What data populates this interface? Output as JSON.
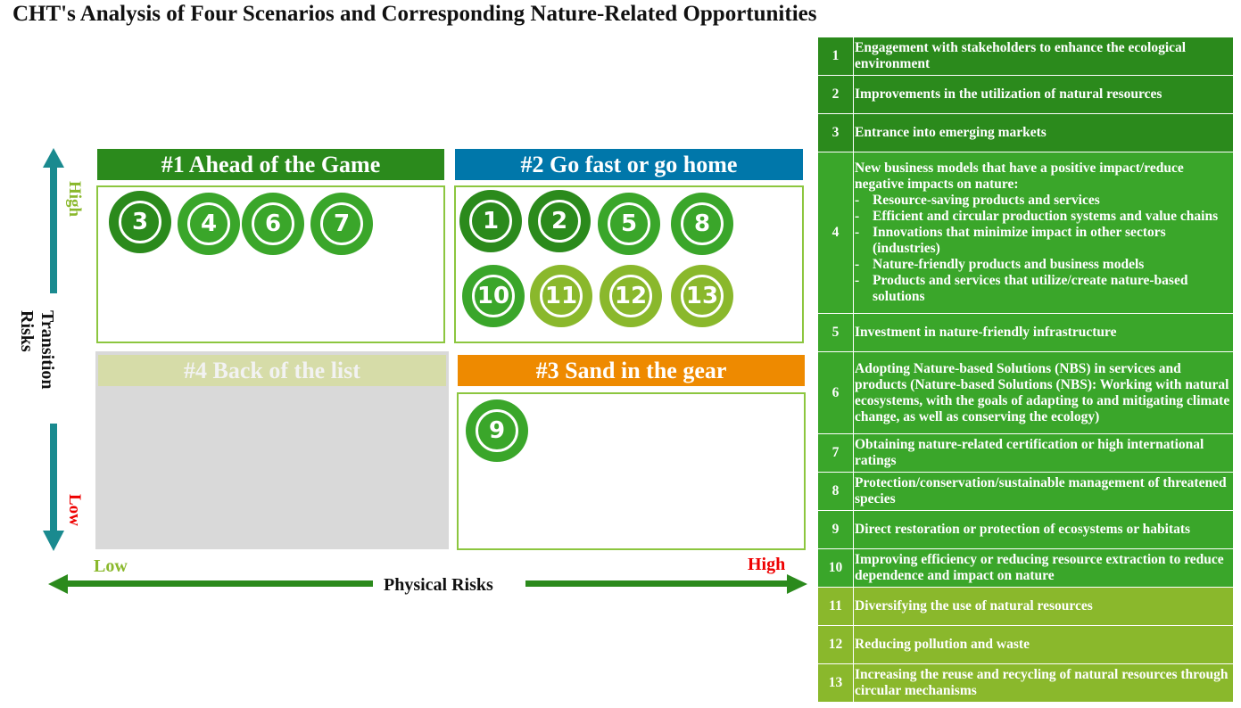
{
  "title": "CHT's Analysis of Four Scenarios and Corresponding Nature-Related Opportunities",
  "colors": {
    "dark_green": "#2b8a1c",
    "mid_green": "#3aa62a",
    "light_green": "#8ab82c",
    "blue": "#0077aa",
    "orange": "#ee8a00",
    "gray_header": "#d6dca8",
    "gray_box": "#d9d9d9",
    "teal_arrow": "#1a8a8f",
    "red": "#ee0000"
  },
  "quadrants": {
    "q1": {
      "label": "#1 Ahead of the Game",
      "items": [
        "3",
        "4",
        "6",
        "7"
      ]
    },
    "q2": {
      "label": "#2 Go fast or go home",
      "items": [
        "1",
        "2",
        "5",
        "8",
        "10",
        "11",
        "12",
        "13"
      ]
    },
    "q3": {
      "label": "#3 Sand in the gear",
      "items": [
        "9"
      ]
    },
    "q4": {
      "label": "#4 Back of the list",
      "items": []
    }
  },
  "y_axis": {
    "label": "Transition Risks",
    "high": "High",
    "low": "Low"
  },
  "x_axis": {
    "label": "Physical Risks",
    "low": "Low",
    "high": "High"
  },
  "opportunities": [
    {
      "n": "1",
      "text": "Engagement with stakeholders to enhance the ecological environment"
    },
    {
      "n": "2",
      "text": "Improvements in the utilization of natural resources"
    },
    {
      "n": "3",
      "text": "Entrance into emerging markets"
    },
    {
      "n": "4",
      "text": "New business models that have a positive impact/reduce negative impacts on nature:",
      "bullets": [
        "Resource-saving products and services",
        "Efficient and circular production systems and value chains",
        "Innovations that minimize impact in other sectors (industries)",
        "Nature-friendly products and business models",
        "Products and services that utilize/create nature-based solutions"
      ]
    },
    {
      "n": "5",
      "text": "Investment in nature-friendly infrastructure"
    },
    {
      "n": "6",
      "text": "Adopting Nature-based Solutions (NBS) in services and products (Nature-based Solutions (NBS): Working with natural ecosystems, with the goals of adapting to and mitigating climate change, as well as conserving the ecology)"
    },
    {
      "n": "7",
      "text": "Obtaining nature-related certification or high international ratings"
    },
    {
      "n": "8",
      "text": "Protection/conservation/sustainable management of threatened species"
    },
    {
      "n": "9",
      "text": "Direct restoration or protection of ecosystems or habitats"
    },
    {
      "n": "10",
      "text": "Improving efficiency or reducing resource extraction to reduce dependence and impact on nature"
    },
    {
      "n": "11",
      "text": "Diversifying the use of natural resources"
    },
    {
      "n": "12",
      "text": "Reducing pollution and waste"
    },
    {
      "n": "13",
      "text": "Increasing the reuse and recycling of natural resources through circular mechanisms"
    }
  ]
}
